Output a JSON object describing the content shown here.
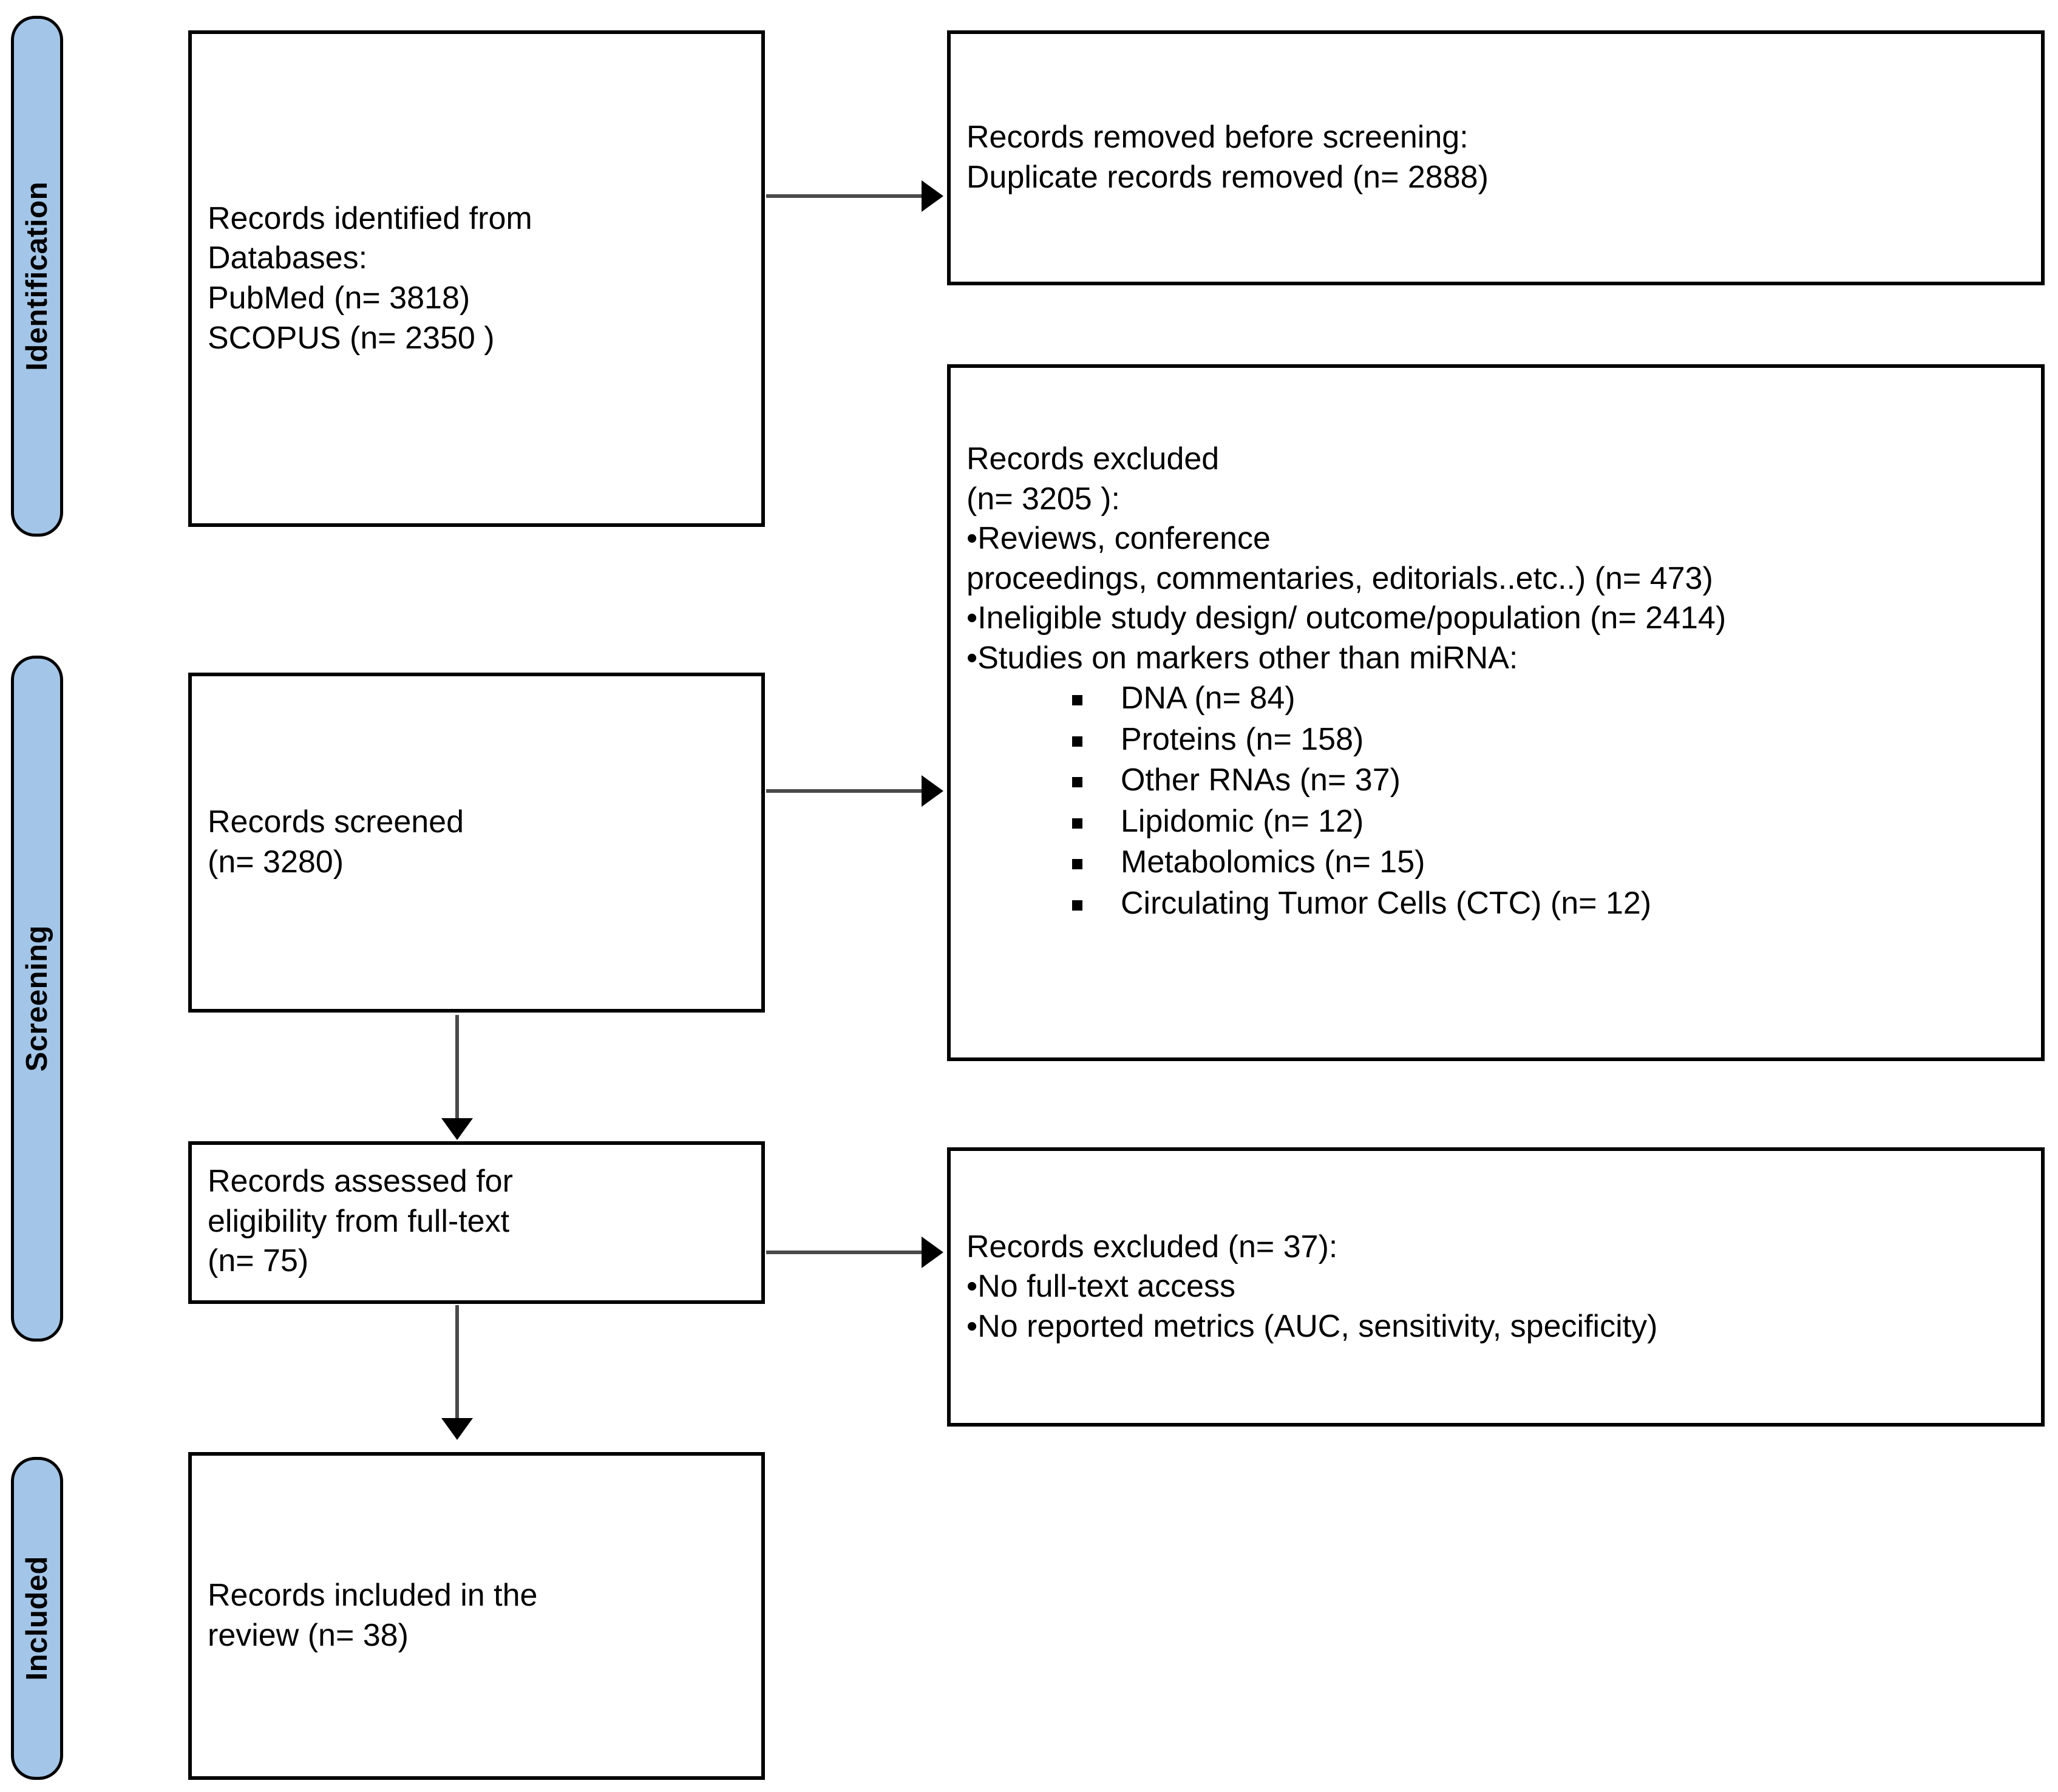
{
  "diagram": {
    "type": "prisma-flow-diagram",
    "accent_color": "#A3C6E8",
    "border_color": "#000000",
    "background_color": "#FFFFFF"
  },
  "stages": [
    {
      "id": "identification",
      "label": "Identification"
    },
    {
      "id": "screening",
      "label": "Screening"
    },
    {
      "id": "included",
      "label": "Included"
    }
  ],
  "boxes": {
    "identified": {
      "lines": [
        "Records identified from",
        "Databases:",
        "PubMed (n= 3818)",
        "SCOPUS (n= 2350 )"
      ]
    },
    "removed_before_screening": {
      "lines": [
        "Records removed before screening:",
        "Duplicate records removed  (n= 2888)"
      ]
    },
    "records_screened": {
      "lines": [
        "Records screened",
        "(n= 3280)"
      ]
    },
    "records_excluded_screening": {
      "heading": "Records excluded",
      "count_line": "(n= 3205 ):",
      "bullets": [
        "•Reviews, conference",
        "proceedings, commentaries, editorials..etc..) (n= 473)",
        "•Ineligible study design/ outcome/population  (n= 2414)",
        "•Studies on markers other than miRNA:"
      ],
      "sub_items": [
        "DNA (n= 84)",
        "Proteins (n= 158)",
        "Other RNAs (n= 37)",
        "Lipidomic (n= 12)",
        "Metabolomics (n= 15)",
        "Circulating Tumor Cells (CTC) (n= 12)"
      ]
    },
    "records_assessed": {
      "lines": [
        "Records assessed for",
        "eligibility from full-text",
        "(n= 75)"
      ]
    },
    "records_excluded_fulltext": {
      "lines": [
        "Records excluded (n= 37):",
        "•No full-text access",
        "•No reported metrics (AUC, sensitivity, specificity)"
      ]
    },
    "records_included": {
      "lines": [
        "Records included in the",
        "review (n= 38)"
      ]
    }
  },
  "chart_data": {
    "type": "table",
    "title": "PRISMA 2020 flow diagram",
    "stages": [
      "Identification",
      "Screening",
      "Included"
    ],
    "counts": {
      "pubmed_identified": 3818,
      "scopus_identified": 2350,
      "duplicates_removed": 2888,
      "records_screened": 3280,
      "records_excluded_at_screening": 3205,
      "excluded_reviews_conference_proceedings_commentaries_editorials": 473,
      "excluded_ineligible_design_outcome_population": 2414,
      "excluded_marker_dna": 84,
      "excluded_marker_proteins": 158,
      "excluded_marker_other_rnas": 37,
      "excluded_marker_lipidomic": 12,
      "excluded_marker_metabolomics": 15,
      "excluded_marker_ctc": 12,
      "records_assessed_full_text": 75,
      "records_excluded_full_text": 37,
      "records_included_in_review": 38
    }
  }
}
